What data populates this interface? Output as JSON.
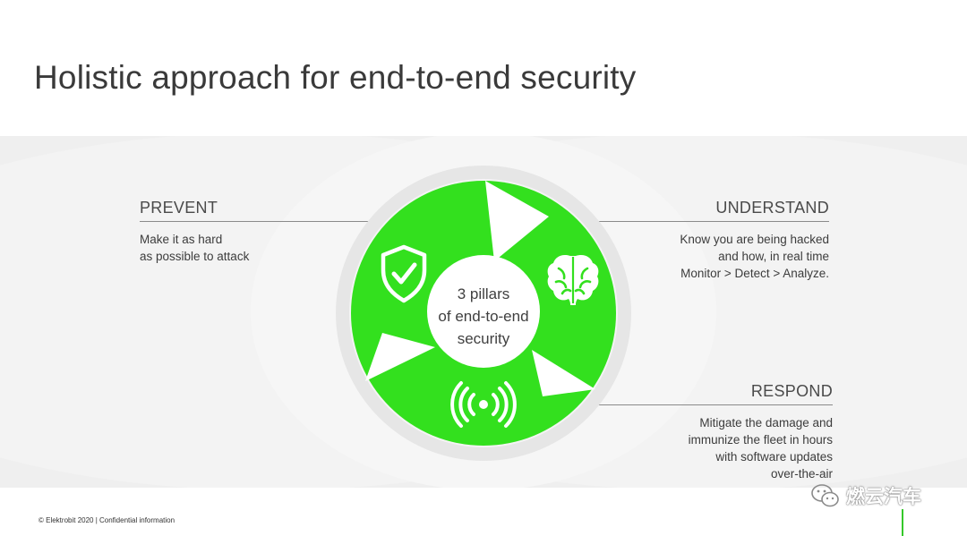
{
  "page": {
    "title": "Holistic approach for end-to-end security"
  },
  "pillars": {
    "center_lines": [
      "3 pillars",
      "of end-to-end",
      "security"
    ],
    "prevent": {
      "heading": "PREVENT",
      "lines": [
        "Make it as hard",
        "as possible to attack"
      ],
      "icon": "shield-check-icon"
    },
    "understand": {
      "heading": "UNDERSTAND",
      "lines": [
        "Know you are being hacked",
        "and how, in real time",
        "Monitor > Detect > Analyze."
      ],
      "icon": "brain-icon"
    },
    "respond": {
      "heading": "RESPOND",
      "lines": [
        "Mitigate the damage and",
        "immunize the fleet in hours",
        "with software updates",
        "over-the-air"
      ],
      "icon": "broadcast-icon"
    }
  },
  "footer": {
    "copyright": "© Elektrobit 2020 | Confidential information"
  },
  "watermark": {
    "text": "燃云汽车",
    "icon": "wechat-icon"
  },
  "colors": {
    "accent_green": "#33e01e",
    "band_gray": "#efefef",
    "ring_gray": "#e3e3e3",
    "text_dark": "#3c3c3c"
  }
}
